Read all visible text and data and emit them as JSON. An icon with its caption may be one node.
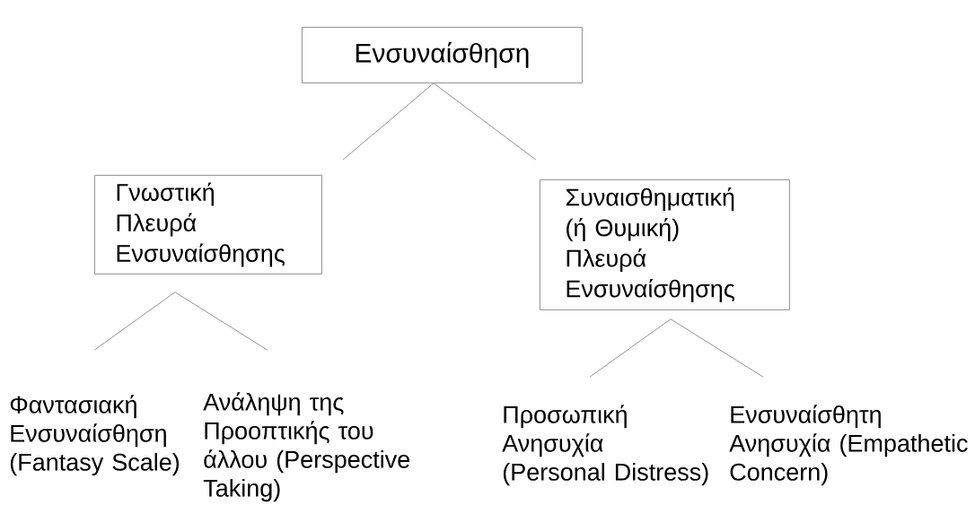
{
  "diagram": {
    "nodes": [
      {
        "text": [
          "Ενσυναίσθηση"
        ]
      },
      {
        "text": [
          "Γνωστική Πλευρά Ενσυναίσθησης"
        ]
      },
      {
        "text": [
          "Συναισθηματική (ή Θυμική) Πλευρά Ενσυναίσθησης"
        ]
      },
      {
        "text": [
          "Φαντασιακή Ενσυναίσθηση (Fantasy Scale)"
        ]
      },
      {
        "text": [
          "Ανάληψη της Προοπτικής του άλλου (Perspective Taking)"
        ]
      },
      {
        "text": [
          "Προσωπική Ανησυχία (Personal Distress)"
        ]
      },
      {
        "text": [
          "Ενσυναίσθητη Ανησυχία (Empathetic Concern)"
        ]
      }
    ],
    "edges": [
      {
        "from": 0,
        "to": 1,
        "arrow": "none"
      },
      {
        "from": 0,
        "to": 2,
        "arrow": "none"
      },
      {
        "from": 1,
        "to": 3,
        "arrow": "none"
      },
      {
        "from": 1,
        "to": 4,
        "arrow": "none"
      },
      {
        "from": 2,
        "to": 5,
        "arrow": "none"
      },
      {
        "from": 2,
        "to": 6,
        "arrow": "none"
      }
    ]
  }
}
